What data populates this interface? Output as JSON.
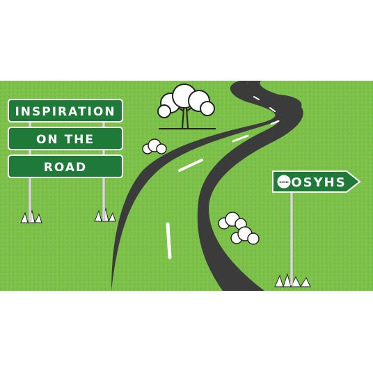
{
  "colors": {
    "grass": "#7cc24a",
    "grass_dark": "#5fa336",
    "road": "#3b3b3b",
    "road_line": "#ffffff",
    "sign_green": "#1f7a3a",
    "sign_border": "#ffffff",
    "post": "#d8d8d8"
  },
  "signs": {
    "line1": "INSPIRATION",
    "line2": "ON THE",
    "line3": "ROAD"
  },
  "arrow_sign": {
    "label": "OSYHS",
    "badge_text": "OSYHS"
  },
  "icons": {
    "tree": "tree-icon",
    "bush": "bush-icon",
    "logo": "logo-badge-icon"
  }
}
